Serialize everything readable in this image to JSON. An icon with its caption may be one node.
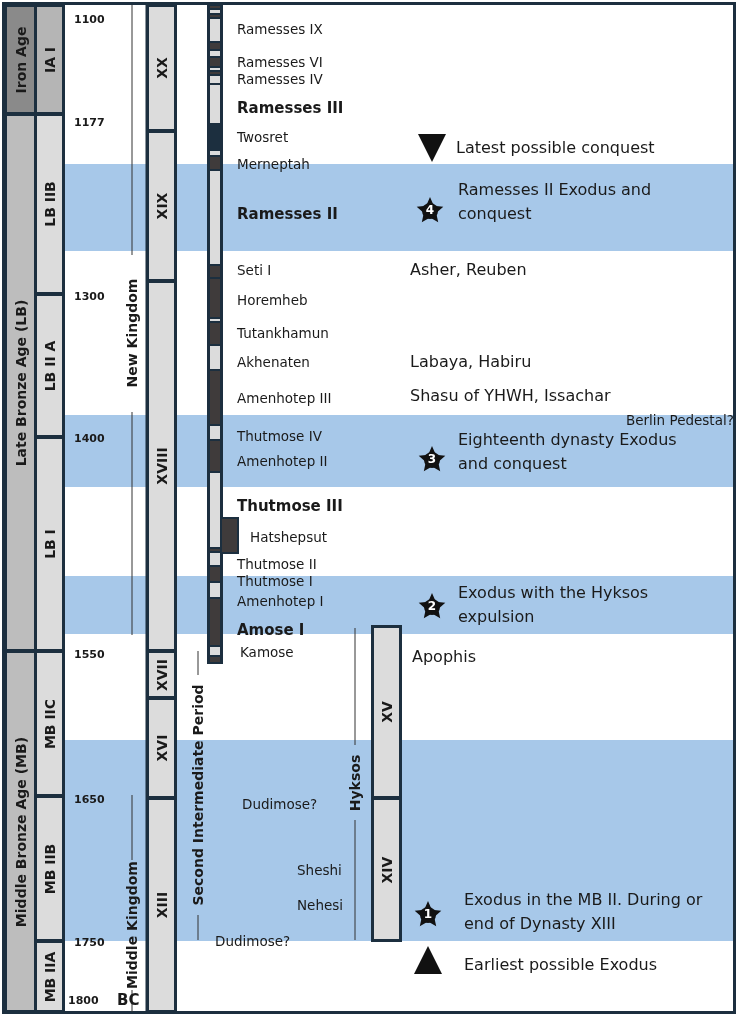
{
  "diagram": {
    "nodes": [
      {
        "text": [
          "Iron Age"
        ]
      },
      {
        "text": [
          "Late Bronze Age (LB)"
        ]
      },
      {
        "text": [
          "Middle Bronze Age (MB)"
        ]
      },
      {
        "text": [
          "IA I"
        ]
      },
      {
        "text": [
          "LB IIB"
        ]
      },
      {
        "text": [
          "LB II A"
        ]
      },
      {
        "text": [
          "LB I"
        ]
      },
      {
        "text": [
          "MB IIC"
        ]
      },
      {
        "text": [
          "MB IIB"
        ]
      },
      {
        "text": [
          "MB IIA"
        ]
      },
      {
        "text": [
          "XX"
        ]
      },
      {
        "text": [
          "XIX"
        ]
      },
      {
        "text": [
          "XVIII"
        ]
      },
      {
        "text": [
          "XVII"
        ]
      },
      {
        "text": [
          "XVI"
        ]
      },
      {
        "text": [
          "XIII"
        ]
      },
      {
        "text": [
          "XV"
        ]
      },
      {
        "text": [
          "XIV"
        ]
      },
      {
        "text": [
          "4"
        ]
      },
      {
        "text": [
          "3"
        ]
      },
      {
        "text": [
          "2"
        ]
      },
      {
        "text": [
          "1"
        ]
      }
    ],
    "labels": [
      "1100",
      "Ramesses IX",
      "Ramesses VI",
      "Ramesses IV",
      "Ramesses III",
      "1177",
      "Twosret",
      "Latest possible conquest",
      "Merneptah",
      "Ramesses II Exodus and conquest",
      "Ramesses II",
      "Seti I",
      "Asher, Reuben",
      "1300",
      "Horemheb",
      "Tutankhamun",
      "Akhenaten",
      "Labaya, Habiru",
      "Amenhotep III",
      "Shasu of YHWH, Issachar",
      "New Kingdom",
      "Berlin Pedestal?",
      "1400",
      "Thutmose IV",
      "Eighteenth dynasty Exodus and conquest",
      "Amenhotep II",
      "Thutmose III",
      "Hatshepsut",
      "Thutmose II",
      "Thutmose I",
      "Exodus with the Hyksos expulsion",
      "Amenhotep I",
      "Amose I",
      "1550",
      "Kamose",
      "Apophis",
      "Second Intermediate Period",
      "Hyksos",
      "1650",
      "Dudimose?",
      "Sheshi",
      "Exodus in the MB II. During or end of Dynasty XIII",
      "Nehesi",
      "1750",
      "Dudimose?",
      "Earliest possible Exodus",
      "Middle Kingdom",
      "1800",
      "BC"
    ]
  }
}
